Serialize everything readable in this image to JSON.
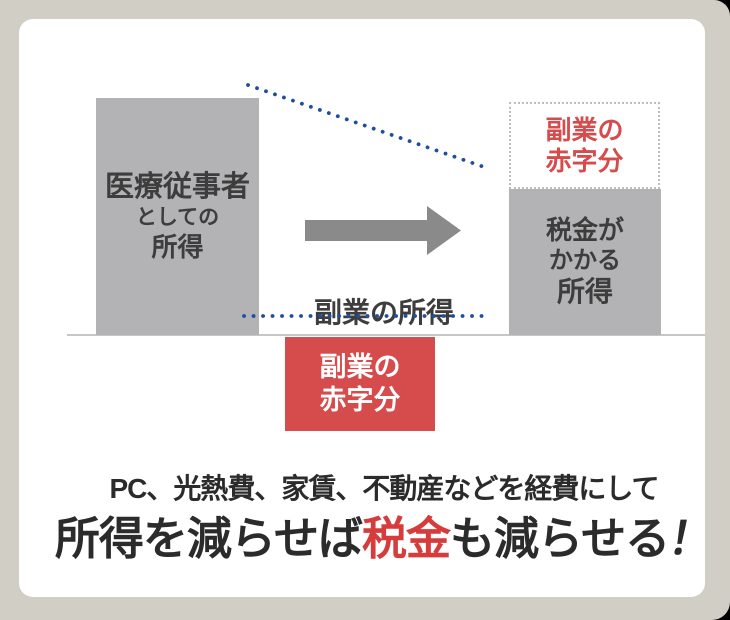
{
  "colors": {
    "page_background": "#000000",
    "panel_beige": "#d1cec6",
    "card_white": "#ffffff",
    "bar_gray": "#b3b3b5",
    "arrow_gray": "#8a8a8a",
    "dot_blue": "#1e4e9c",
    "accent_red": "#d64b4b",
    "headline_red": "#d63c3c",
    "text_dark": "#3d3d3d",
    "headline_dark": "#2b2b2b",
    "baseline_gray": "#c6c6c6",
    "dotted_border_gray": "#bdbdbd"
  },
  "diagram": {
    "medical_income_bar": {
      "line1": "医療従事者",
      "line2": "としての",
      "line3": "所得"
    },
    "side_income_label": "副業の所得",
    "ghost_deficit_box": {
      "line1": "副業の",
      "line2": "赤字分"
    },
    "taxable_income_bar": {
      "line1": "税金が",
      "line2": "かかる",
      "line3": "所得"
    },
    "deficit_box": {
      "line1": "副業の",
      "line2": "赤字分"
    }
  },
  "headline": {
    "line1": "PC、光熱費、家賃、不動産などを経費にして",
    "line2_pre": "所得を減らせば",
    "line2_highlight": "税金",
    "line2_post": "も減らせる",
    "line2_exclamation": "！"
  }
}
